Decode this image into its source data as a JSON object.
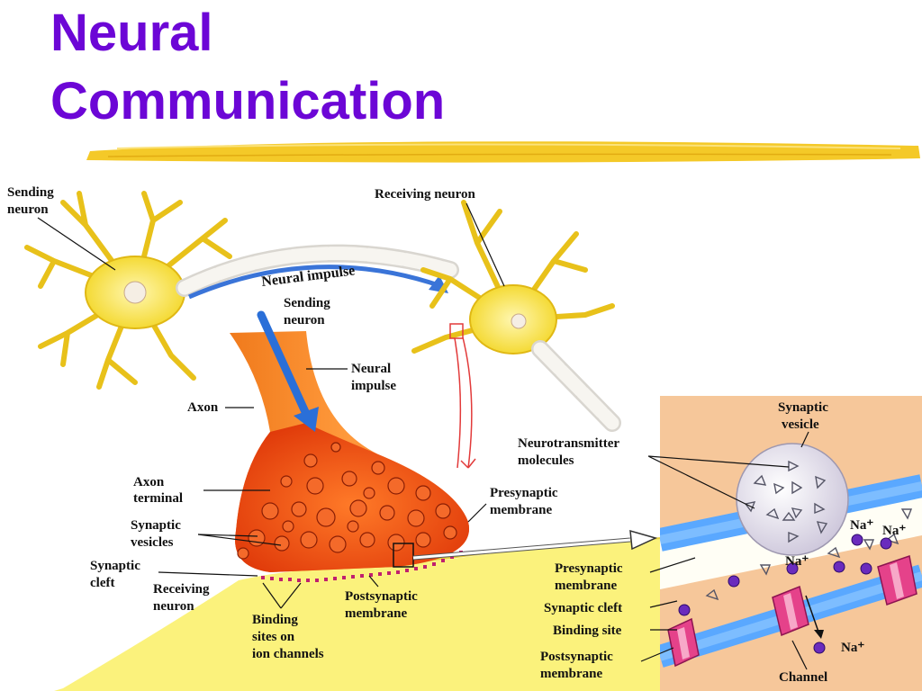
{
  "slide": {
    "title_line1": "Neural",
    "title_line2": "Communication"
  },
  "diagram": {
    "sending_neuron_top": [
      "Sending",
      "neuron"
    ],
    "receiving_neuron_top": "Receiving neuron",
    "neural_impulse_arc": "Neural impulse",
    "sending_neuron_mid": [
      "Sending",
      "neuron"
    ],
    "neural_impulse_mid": [
      "Neural",
      "impulse"
    ],
    "axon": "Axon",
    "axon_terminal": [
      "Axon",
      "terminal"
    ],
    "synaptic_vesicles": [
      "Synaptic",
      "vesicles"
    ],
    "synaptic_cleft": [
      "Synaptic",
      "cleft"
    ],
    "receiving_neuron_bottom": [
      "Receiving",
      "neuron"
    ],
    "binding_sites": [
      "Binding",
      "sites on",
      "ion channels"
    ],
    "postsynaptic_membrane": [
      "Postsynaptic",
      "membrane"
    ],
    "presynaptic_membrane": [
      "Presynaptic",
      "membrane"
    ],
    "neurotransmitter_molecules": [
      "Neurotransmitter",
      "molecules"
    ],
    "synaptic_vesicle": [
      "Synaptic",
      "vesicle"
    ],
    "inset_presynaptic_membrane": [
      "Presynaptic",
      "membrane"
    ],
    "inset_synaptic_cleft": "Synaptic cleft",
    "inset_binding_site": "Binding site",
    "inset_postsynaptic_membrane": [
      "Postsynaptic",
      "membrane"
    ],
    "channel": "Channel",
    "sodium_ion": "Na⁺"
  }
}
